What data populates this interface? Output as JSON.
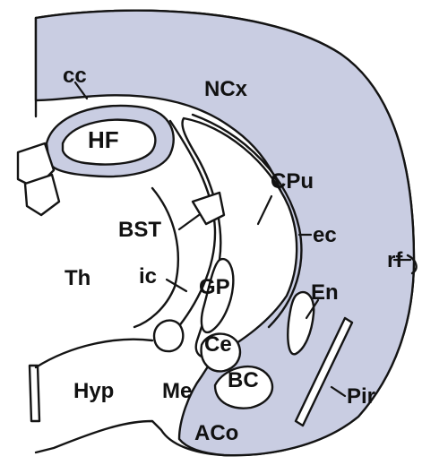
{
  "colors": {
    "region_fill": "#c9cde2",
    "outline": "#141414",
    "label": "#111111",
    "background": "#ffffff"
  },
  "labels": {
    "cc": "cc",
    "ncx": "NCx",
    "hf": "HF",
    "cpu": "CPu",
    "ec": "ec",
    "rf": "rf",
    "bst": "BST",
    "th": "Th",
    "ic": "ic",
    "gp": "GP",
    "en": "En",
    "ce": "Ce",
    "hyp": "Hyp",
    "me": "Me",
    "bc": "BC",
    "pir": "Pir",
    "aco": "ACo"
  }
}
